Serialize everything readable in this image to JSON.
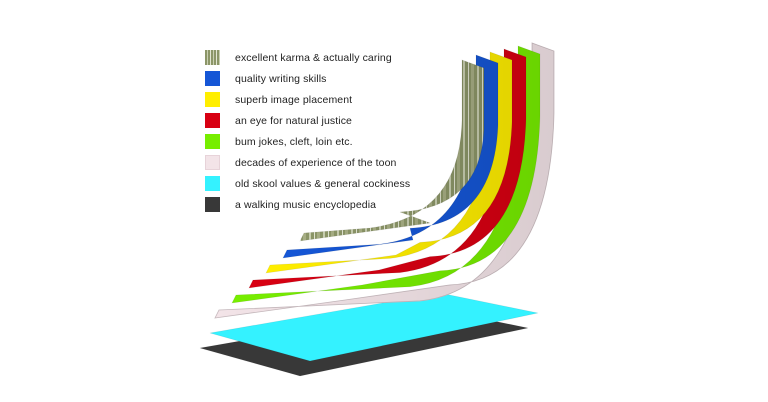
{
  "legend": {
    "items": [
      {
        "label": "excellent karma & actually caring",
        "color": "#8c9668",
        "pattern": "striped"
      },
      {
        "label": "quality writing skills",
        "color": "#1556d6"
      },
      {
        "label": "superb image placement",
        "color": "#ffee00"
      },
      {
        "label": "an eye for natural justice",
        "color": "#d80012"
      },
      {
        "label": "bum jokes, cleft, loin etc.",
        "color": "#77ee00"
      },
      {
        "label": "decades of experience of the toon",
        "color": "#f3e4e8"
      },
      {
        "label": "old skool values & general cockiness",
        "color": "#34f2ff"
      },
      {
        "label": "a walking music encyclopedia",
        "color": "#383838"
      }
    ]
  }
}
